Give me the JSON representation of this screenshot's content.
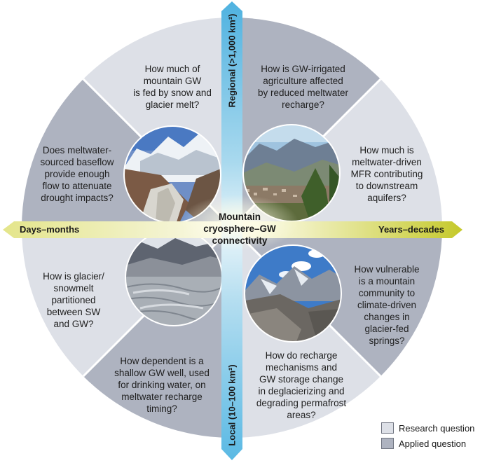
{
  "axes": {
    "left": "Days–months",
    "right": "Years–decades",
    "top": "Regional (>1,000 km²)",
    "bottom": "Local (10–100 km²)"
  },
  "center": {
    "line1": "Mountain",
    "line2": "cryosphere–GW",
    "line3": "connectivity"
  },
  "questions": {
    "q1": [
      "How much of",
      "mountain GW",
      "is fed by snow and",
      "glacier melt?"
    ],
    "q2": [
      "How is GW-irrigated",
      "agriculture affected",
      "by reduced meltwater",
      "recharge?"
    ],
    "q3": [
      "Does meltwater-",
      "sourced baseflow",
      "provide enough",
      "flow to attenuate",
      "drought impacts?"
    ],
    "q4": [
      "How much is",
      "meltwater-driven",
      "MFR contributing",
      "to downstream",
      "aquifers?"
    ],
    "q5": [
      "How is glacier/",
      "snowmelt",
      "partitioned",
      "between SW",
      "and GW?"
    ],
    "q6": [
      "How vulnerable",
      "is a mountain",
      "community to",
      "climate-driven",
      "changes in",
      "glacier-fed",
      "springs?"
    ],
    "q7": [
      "How dependent is a",
      "shallow GW well, used",
      "for drinking water, on",
      "meltwater recharge",
      "timing?"
    ],
    "q8": [
      "How do recharge",
      "mechanisms and",
      "GW storage change",
      "in deglacierizing and",
      "degrading permafrost",
      "areas?"
    ]
  },
  "legend": {
    "research": "Research question",
    "applied": "Applied question"
  },
  "colors": {
    "research": "#dde0e7",
    "applied": "#aeb3c0",
    "circle_outline": "#ffffff",
    "horizontal_arrow": "#c9cc3a",
    "vertical_arrow": "#5fb8e0"
  },
  "photos": [
    "glacial-valley-photo",
    "mountain-town-photo",
    "glacier-surface-photo",
    "rocky-peak-photo"
  ]
}
